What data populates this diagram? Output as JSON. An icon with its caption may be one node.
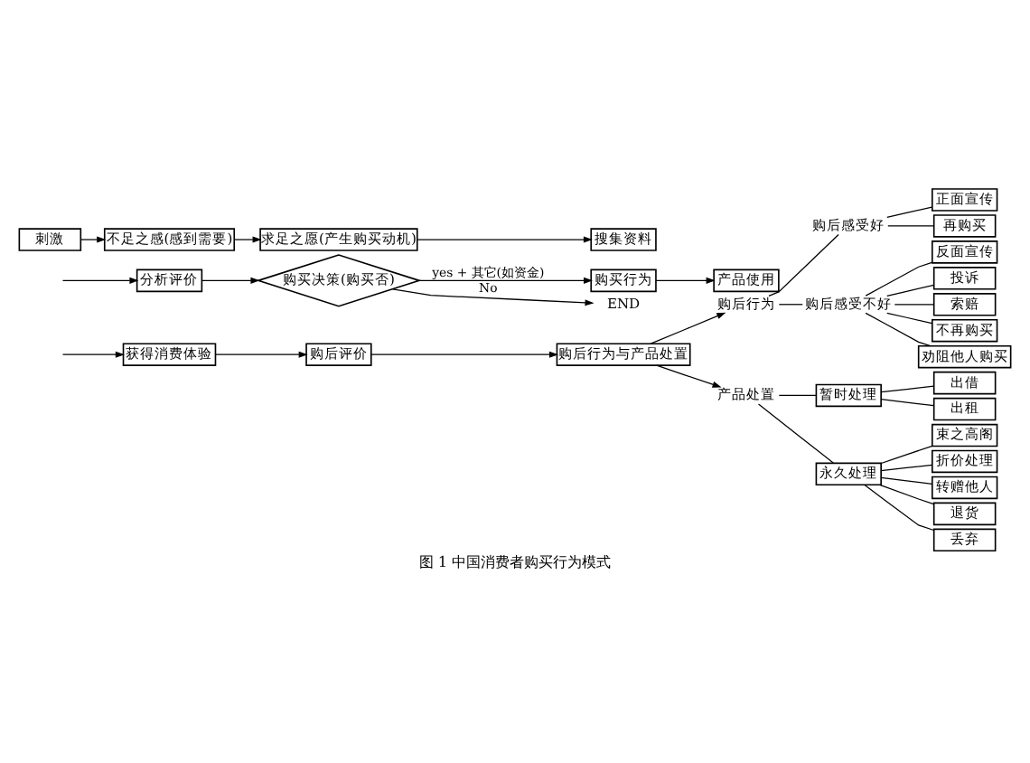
{
  "diagram": {
    "caption": "图 1 中国消费者购买行为模式",
    "nodes": [
      {
        "text": [
          "刺激"
        ]
      },
      {
        "text": [
          "不足之感(感到需要)"
        ]
      },
      {
        "text": [
          "求足之愿(产生购买动机)"
        ]
      },
      {
        "text": [
          "搜集资料"
        ]
      },
      {
        "text": [
          "分析评价"
        ]
      },
      {
        "text": [
          "购买决策(购买否)"
        ]
      },
      {
        "text": [
          "购买行为"
        ]
      },
      {
        "text": [
          "产品使用"
        ]
      },
      {
        "text": [
          "END"
        ]
      },
      {
        "text": [
          "获得消费体验"
        ]
      },
      {
        "text": [
          "购后评价"
        ]
      },
      {
        "text": [
          "购后行为与产品处置"
        ]
      },
      {
        "text": [
          "购后行为"
        ]
      },
      {
        "text": [
          "购后感受好"
        ]
      },
      {
        "text": [
          "正面宣传"
        ]
      },
      {
        "text": [
          "再购买"
        ]
      },
      {
        "text": [
          "购后感受不好"
        ]
      },
      {
        "text": [
          "反面宣传"
        ]
      },
      {
        "text": [
          "投诉"
        ]
      },
      {
        "text": [
          "索赔"
        ]
      },
      {
        "text": [
          "不再购买"
        ]
      },
      {
        "text": [
          "劝阻他人购买"
        ]
      },
      {
        "text": [
          "产品处置"
        ]
      },
      {
        "text": [
          "暂时处理"
        ]
      },
      {
        "text": [
          "出借"
        ]
      },
      {
        "text": [
          "出租"
        ]
      },
      {
        "text": [
          "永久处理"
        ]
      },
      {
        "text": [
          "束之高阁"
        ]
      },
      {
        "text": [
          "折价处理"
        ]
      },
      {
        "text": [
          "转赠他人"
        ]
      },
      {
        "text": [
          "退货"
        ]
      },
      {
        "text": [
          "丢弃"
        ]
      }
    ],
    "edges": [
      {
        "from": 0,
        "to": 1,
        "arrow": "to"
      },
      {
        "from": 1,
        "to": 2,
        "arrow": "to"
      },
      {
        "from": 2,
        "to": 3,
        "arrow": "to"
      },
      {
        "from": null,
        "to": 4,
        "arrow": "to"
      },
      {
        "from": 4,
        "to": 5,
        "arrow": "to"
      },
      {
        "from": 5,
        "to": 6,
        "arrow": "to",
        "label": "yes + 其它(如资金)"
      },
      {
        "from": 6,
        "to": 7,
        "arrow": "to"
      },
      {
        "from": 5,
        "to": 8,
        "arrow": "to",
        "label": "No"
      },
      {
        "from": null,
        "to": 9,
        "arrow": "to"
      },
      {
        "from": 9,
        "to": 10,
        "arrow": "to"
      },
      {
        "from": 10,
        "to": 11,
        "arrow": "to"
      },
      {
        "from": 11,
        "to": 12,
        "arrow": "to"
      },
      {
        "from": 11,
        "to": 22,
        "arrow": "to"
      },
      {
        "from": 12,
        "to": 13,
        "arrow": "none"
      },
      {
        "from": 12,
        "to": 16,
        "arrow": "none"
      },
      {
        "from": 13,
        "to": 14,
        "arrow": "none"
      },
      {
        "from": 13,
        "to": 15,
        "arrow": "none"
      },
      {
        "from": 16,
        "to": 17,
        "arrow": "none"
      },
      {
        "from": 16,
        "to": 18,
        "arrow": "none"
      },
      {
        "from": 16,
        "to": 19,
        "arrow": "none"
      },
      {
        "from": 16,
        "to": 20,
        "arrow": "none"
      },
      {
        "from": 16,
        "to": 21,
        "arrow": "none"
      },
      {
        "from": 22,
        "to": 23,
        "arrow": "none"
      },
      {
        "from": 22,
        "to": 26,
        "arrow": "none"
      },
      {
        "from": 23,
        "to": 24,
        "arrow": "none"
      },
      {
        "from": 23,
        "to": 25,
        "arrow": "none"
      },
      {
        "from": 26,
        "to": 27,
        "arrow": "none"
      },
      {
        "from": 26,
        "to": 28,
        "arrow": "none"
      },
      {
        "from": 26,
        "to": 29,
        "arrow": "none"
      },
      {
        "from": 26,
        "to": 30,
        "arrow": "none"
      },
      {
        "from": 26,
        "to": 31,
        "arrow": "none"
      }
    ]
  }
}
